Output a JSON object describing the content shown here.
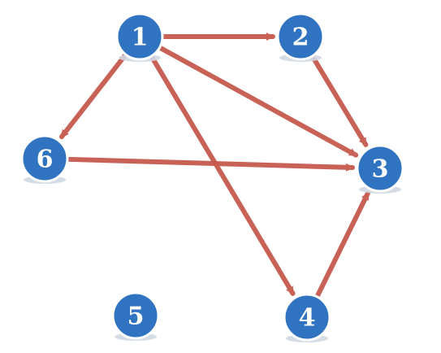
{
  "graph": {
    "nodes": [
      {
        "id": "1",
        "label": "1"
      },
      {
        "id": "2",
        "label": "2"
      },
      {
        "id": "3",
        "label": "3"
      },
      {
        "id": "4",
        "label": "4"
      },
      {
        "id": "5",
        "label": "5"
      },
      {
        "id": "6",
        "label": "6"
      }
    ],
    "edges": [
      {
        "from": "1",
        "to": "2"
      },
      {
        "from": "1",
        "to": "3"
      },
      {
        "from": "1",
        "to": "4"
      },
      {
        "from": "1",
        "to": "6"
      },
      {
        "from": "2",
        "to": "3"
      },
      {
        "from": "4",
        "to": "3"
      },
      {
        "from": "6",
        "to": "3"
      }
    ],
    "colors": {
      "node_fill": "#2f73c1",
      "edge": "#c65a4e",
      "label": "#ffffff",
      "background": "#ffffff"
    }
  }
}
